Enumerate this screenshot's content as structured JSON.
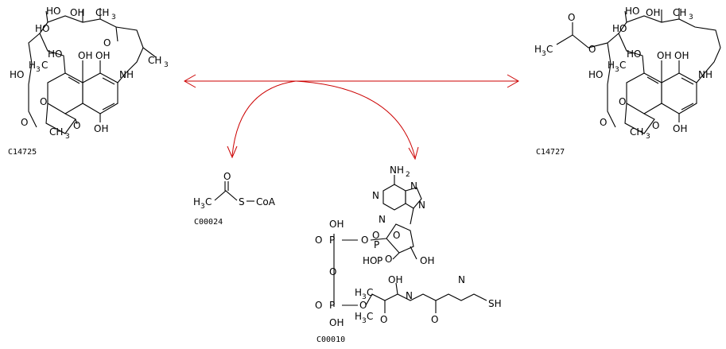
{
  "compounds": {
    "substrate": {
      "id": "C14725"
    },
    "product": {
      "id": "C14727"
    },
    "side_in": {
      "id": "C00024",
      "label": "S-CoA"
    },
    "side_out": {
      "id": "C00010"
    }
  },
  "atoms": {
    "OH": "OH",
    "HO": "HO",
    "O": "O",
    "N": "N",
    "NH": "NH",
    "NH2": "NH",
    "H3C": "H",
    "CH3": "CH",
    "P": "P",
    "SH": "SH",
    "S": "S",
    "CoA": "CoA",
    "H": "H",
    "C": "C",
    "sub3": "3",
    "sub2": "2"
  },
  "colors": {
    "arrow": "#cc0000",
    "bond": "#000000"
  }
}
